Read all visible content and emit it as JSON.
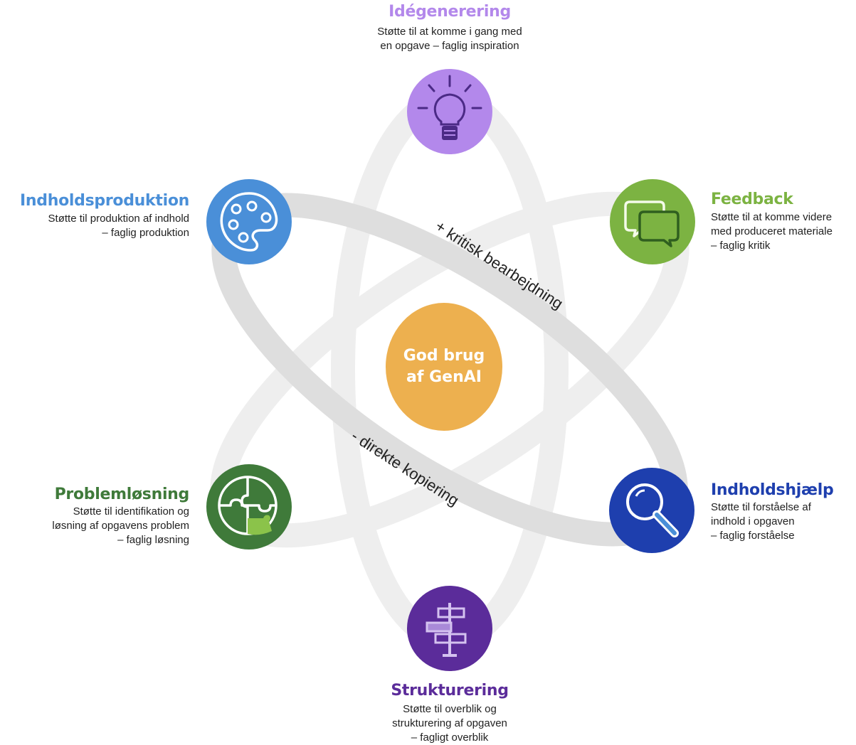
{
  "center": {
    "line1": "God brug",
    "line2": "af GenAI"
  },
  "ring_labels": {
    "positive": "+ kritisk bearbejdning",
    "negative": "- direkte kopiering"
  },
  "nodes": {
    "idegenerering": {
      "title": "Idégenerering",
      "lines": [
        "Støtte til at komme i gang med",
        "en opgave – faglig inspiration"
      ],
      "color": "#b388eb",
      "icon": "lightbulb-icon"
    },
    "feedback": {
      "title": "Feedback",
      "lines": [
        "Støtte til at komme videre",
        "med produceret materiale",
        "– faglig kritik"
      ],
      "color": "#7cb342",
      "icon": "chat-bubbles-icon"
    },
    "indholdshjaelp": {
      "title": "Indholdshjælp",
      "lines": [
        "Støtte til forståelse af",
        "indhold i opgaven",
        "– faglig forståelse"
      ],
      "color": "#1e3fae",
      "icon": "magnifier-icon"
    },
    "strukturering": {
      "title": "Strukturering",
      "lines": [
        "Støtte til overblik og",
        "strukturering af opgaven",
        "– fagligt overblik"
      ],
      "color": "#5b2c9a",
      "icon": "signpost-icon"
    },
    "problemlosning": {
      "title": "Problemløsning",
      "lines": [
        "Støtte til identifikation og",
        "løsning af opgavens problem",
        "– faglig løsning"
      ],
      "color": "#3f7a3a",
      "icon": "puzzle-icon"
    },
    "indholdsproduktion": {
      "title": "Indholdsproduktion",
      "lines": [
        "Støtte til produktion af indhold",
        "– faglig produktion"
      ],
      "color": "#4a8fd8",
      "icon": "palette-icon"
    }
  },
  "colors": {
    "core": "#edb04f",
    "ring_light": "#eeeeee",
    "ring_dark": "#dedede"
  }
}
